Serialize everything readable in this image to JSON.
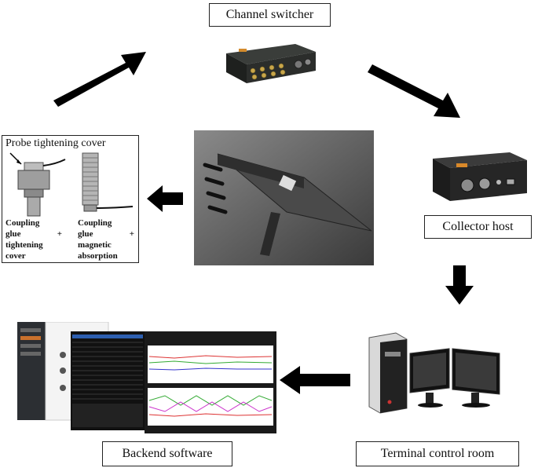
{
  "labels": {
    "channel_switcher": "Channel switcher",
    "collector_host": "Collector host",
    "terminal_control_room": "Terminal control room",
    "backend_software": "Backend software"
  },
  "probe_panel": {
    "title": "Probe tightening cover",
    "left_caption": [
      "Coupling",
      "glue",
      "+",
      "tightening",
      "cover"
    ],
    "right_caption": [
      "Coupling",
      "glue",
      "+",
      "magnetic",
      "absorption"
    ]
  }
}
